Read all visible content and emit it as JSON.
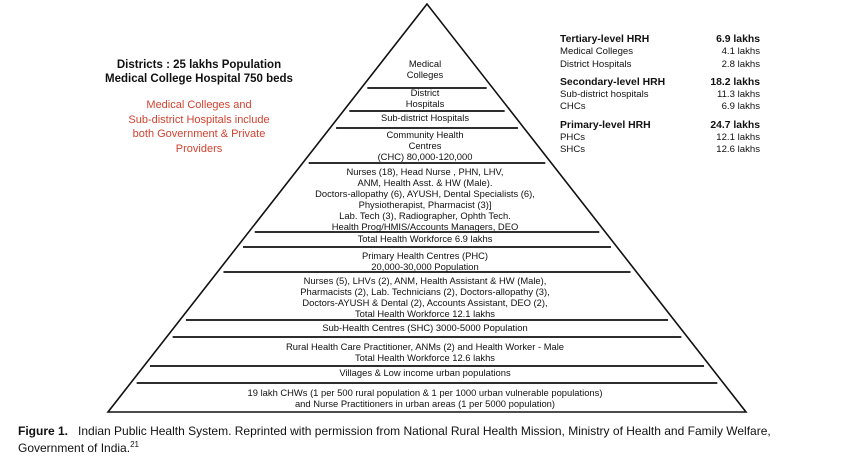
{
  "left_note": {
    "districts": "Districts : 25 lakhs Population",
    "medical_college": "Medical College Hospital 750 beds",
    "providers": [
      "Medical Colleges and",
      "Sub-district Hospitals include",
      "both Government & Private",
      "Providers"
    ]
  },
  "hrh": [
    {
      "title": "Tertiary-level HRH",
      "total": "6.9 lakhs",
      "items": [
        {
          "label": "Medical Colleges",
          "value": "4.1 lakhs"
        },
        {
          "label": "District Hospitals",
          "value": "2.8 lakhs"
        }
      ]
    },
    {
      "title": "Secondary-level HRH",
      "total": "18.2 lakhs",
      "items": [
        {
          "label": "Sub-district hospitals",
          "value": "11.3 lakhs"
        },
        {
          "label": "CHCs",
          "value": "6.9 lakhs"
        }
      ]
    },
    {
      "title": "Primary-level HRH",
      "total": "24.7 lakhs",
      "items": [
        {
          "label": "PHCs",
          "value": "12.1 lakhs"
        },
        {
          "label": "SHCs",
          "value": "12.6 lakhs"
        }
      ]
    }
  ],
  "levels": [
    {
      "name": "medical-colleges",
      "lines": [
        "Medical",
        "Colleges"
      ]
    },
    {
      "name": "district-hospitals",
      "lines": [
        "District",
        "Hospitals"
      ]
    },
    {
      "name": "sub-district-hospitals",
      "lines": [
        "Sub-district Hospitals"
      ]
    },
    {
      "name": "chc",
      "lines": [
        "Community Health",
        "Centres",
        "(CHC) 80,000-120,000"
      ]
    },
    {
      "name": "chc-workforce",
      "lines": [
        "Nurses (18), Head Nurse , PHN, LHV,",
        "ANM, Health Asst. & HW (Male).",
        "Doctors-allopathy (6), AYUSH, Dental Specialists (6),",
        "Physiotherapist, Pharmacist (3)]",
        "Lab. Tech (3), Radiographer, Ophth Tech.",
        "Health Prog/HMIS/Accounts Managers, DEO"
      ]
    },
    {
      "name": "chc-total",
      "lines": [
        "Total Health Workforce 6.9 lakhs"
      ]
    },
    {
      "name": "phc",
      "lines": [
        "Primary Health Centres (PHC)",
        "20,000-30,000 Population"
      ]
    },
    {
      "name": "phc-workforce",
      "lines": [
        "Nurses (5), LHVs (2), ANM, Health Assistant & HW (Male),",
        "Pharmacists (2), Lab. Technicians (2), Doctors-allopathy (3),",
        "Doctors-AYUSH & Dental (2), Accounts Assistant, DEO (2),",
        "Total Health Workforce 12.1 lakhs"
      ]
    },
    {
      "name": "shc",
      "lines": [
        "Sub-Health Centres (SHC) 3000-5000 Population"
      ]
    },
    {
      "name": "shc-workforce",
      "lines": [
        "Rural Health Care Practitioner, ANMs (2) and Health Worker - Male",
        "Total Health Workforce 12.6 lakhs"
      ]
    },
    {
      "name": "villages",
      "lines": [
        "Villages & Low income urban populations"
      ]
    },
    {
      "name": "chws",
      "lines": [
        "19 lakh CHWs (1 per 500 rural population & 1 per 1000 urban vulnerable populations)",
        "and Nurse Practitioners in urban areas (1 per 5000 population)"
      ]
    }
  ],
  "caption": {
    "label": "Figure 1.",
    "text": "Indian Public Health System. Reprinted with permission from National Rural Health Mission, Ministry of Health and Family Welfare, Government of India.",
    "ref": "21"
  }
}
